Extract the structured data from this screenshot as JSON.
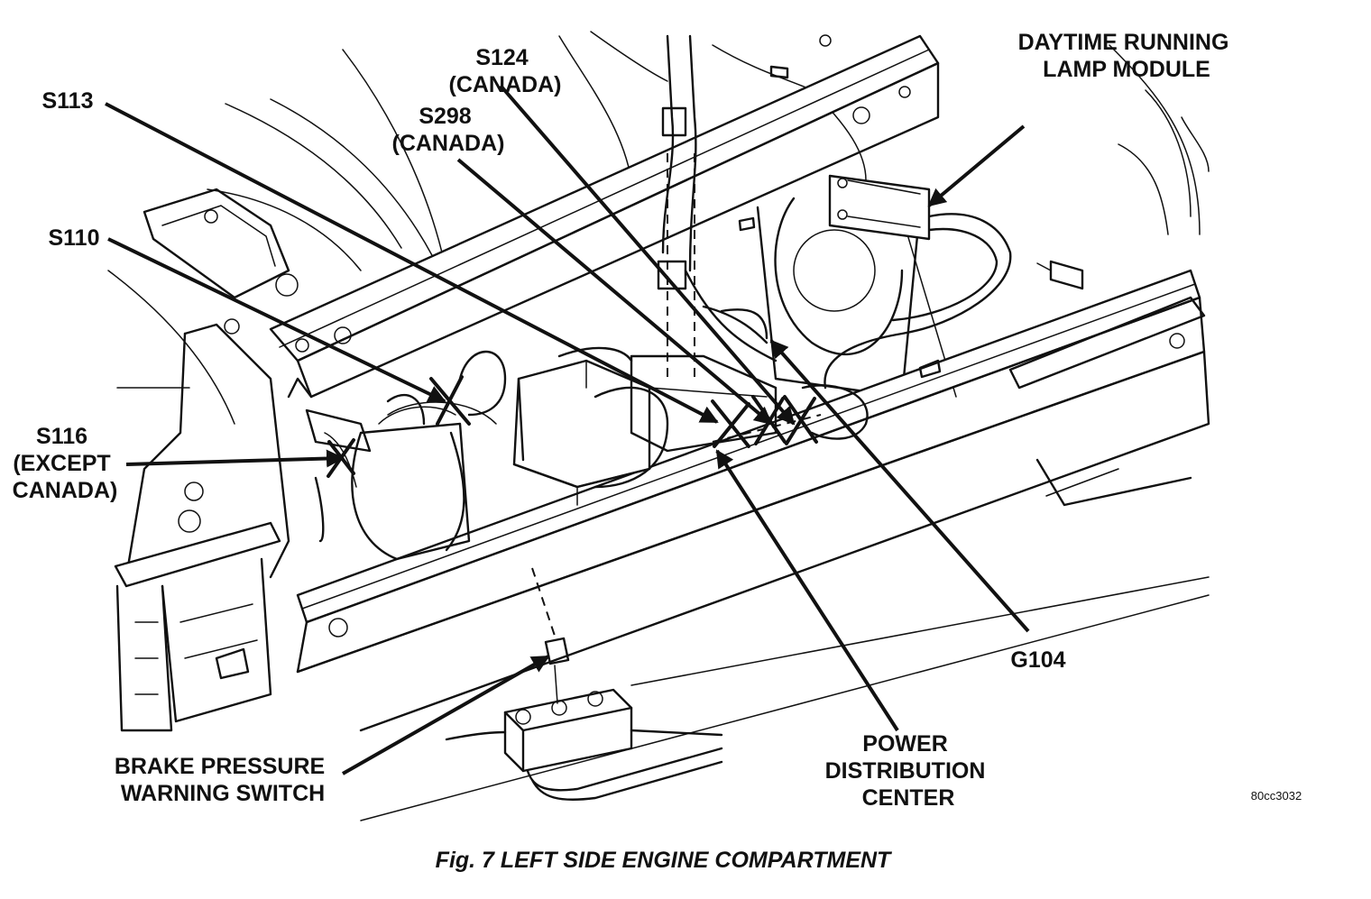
{
  "figure": {
    "caption": "Fig. 7 LEFT SIDE ENGINE COMPARTMENT",
    "code": "80cc3032"
  },
  "labels": {
    "s124": [
      "S124",
      "(CANADA)"
    ],
    "daytime_running_lamp_module": [
      "DAYTIME RUNNING",
      "LAMP MODULE"
    ],
    "s113": [
      "S113"
    ],
    "s298": [
      "S298",
      "(CANADA)"
    ],
    "s110": [
      "S110"
    ],
    "s116": [
      "S116",
      "(EXCEPT",
      "CANADA)"
    ],
    "g104": [
      "G104"
    ],
    "power_distribution_center": [
      "POWER",
      "DISTRIBUTION",
      "CENTER"
    ],
    "brake_pressure_warning_switch": [
      "BRAKE PRESSURE",
      "WARNING SWITCH"
    ]
  }
}
